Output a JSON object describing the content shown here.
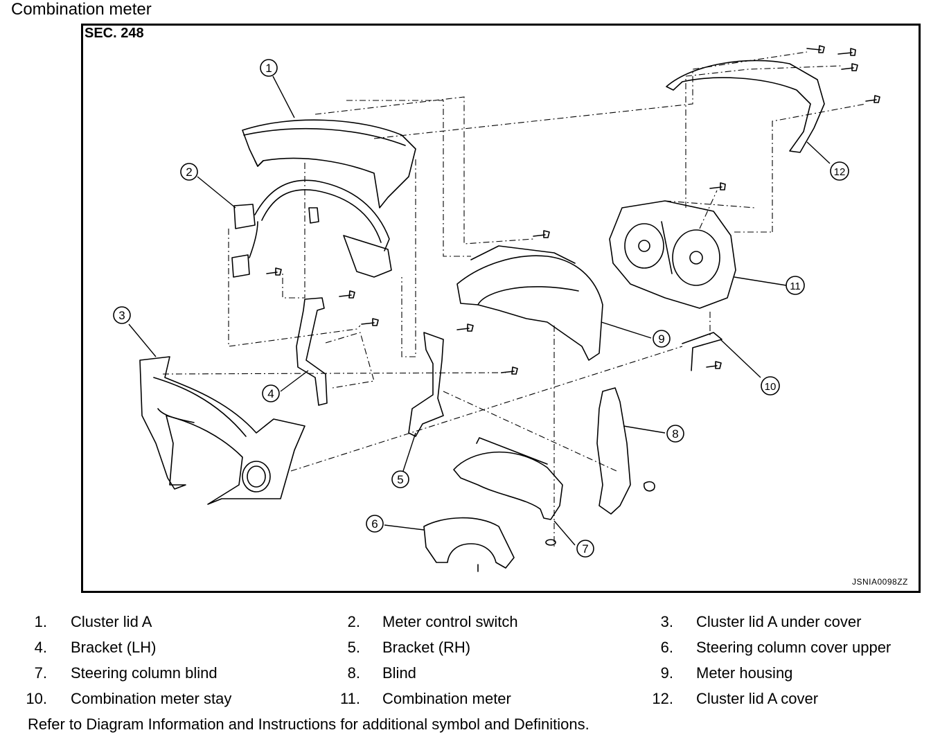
{
  "title": "Combination meter",
  "section": "SEC. 248",
  "figure_code": "JSNIA0098ZZ",
  "callouts": [
    "1",
    "2",
    "3",
    "4",
    "5",
    "6",
    "7",
    "8",
    "9",
    "10",
    "11",
    "12"
  ],
  "legend": [
    {
      "num": "1.",
      "label": "Cluster lid A"
    },
    {
      "num": "2.",
      "label": "Meter control switch"
    },
    {
      "num": "3.",
      "label": "Cluster lid A under cover"
    },
    {
      "num": "4.",
      "label": "Bracket (LH)"
    },
    {
      "num": "5.",
      "label": "Bracket (RH)"
    },
    {
      "num": "6.",
      "label": "Steering column cover upper"
    },
    {
      "num": "7.",
      "label": "Steering column blind"
    },
    {
      "num": "8.",
      "label": "Blind"
    },
    {
      "num": "9.",
      "label": "Meter housing"
    },
    {
      "num": "10.",
      "label": "Combination meter stay"
    },
    {
      "num": "11.",
      "label": "Combination meter"
    },
    {
      "num": "12.",
      "label": "Cluster lid A cover"
    }
  ],
  "note": "Refer to Diagram Information and Instructions for additional symbol  and Definitions."
}
